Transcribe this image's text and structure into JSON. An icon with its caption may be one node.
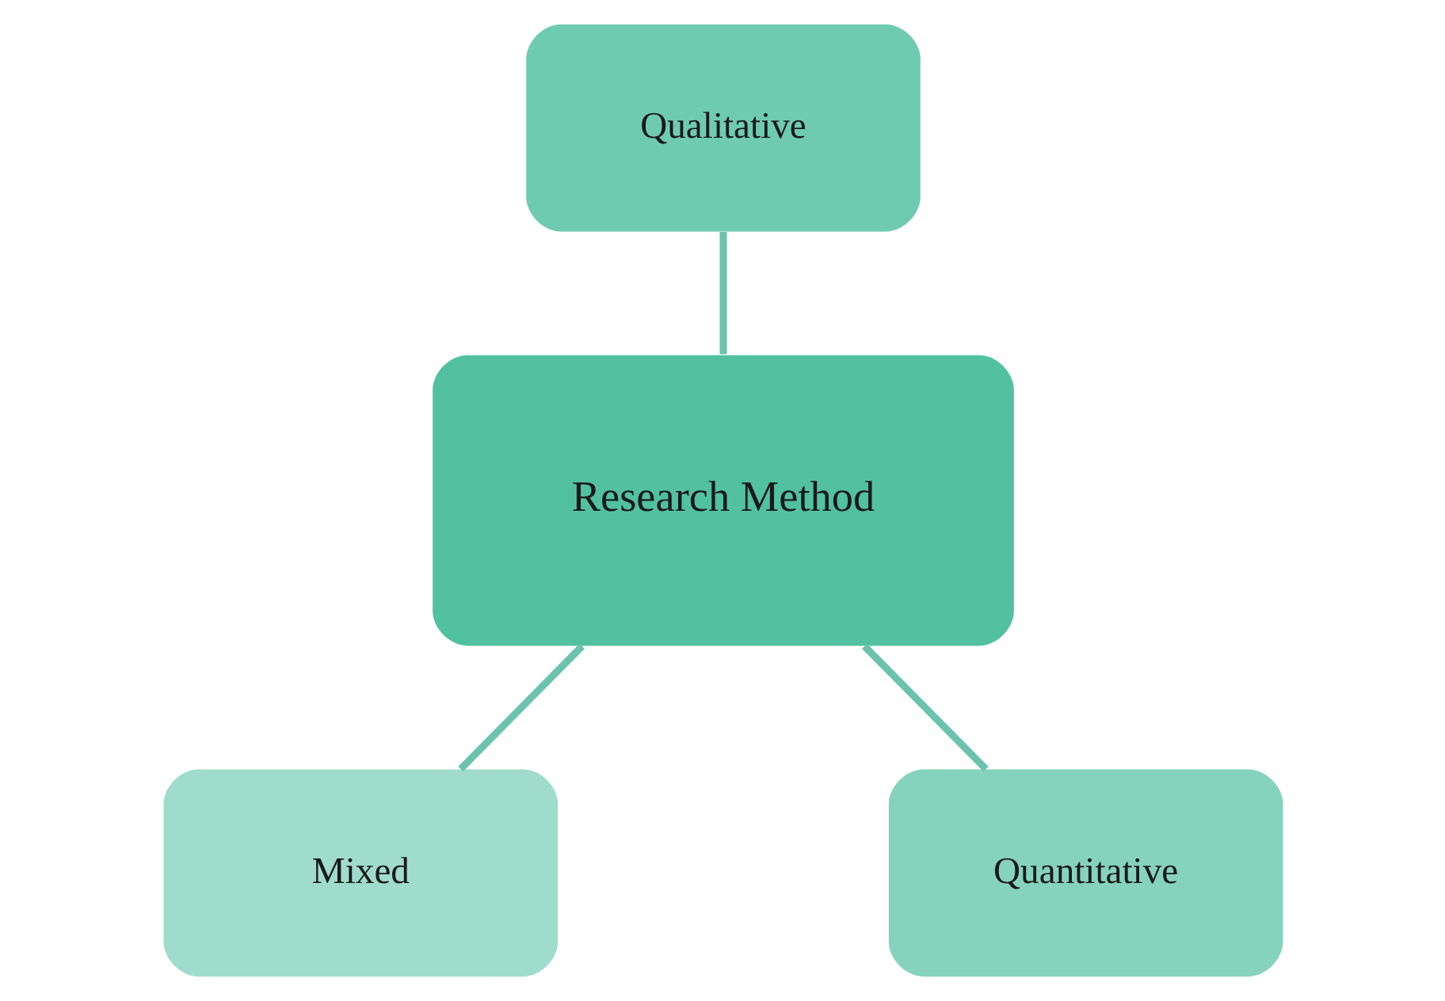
{
  "diagram": {
    "nodes": [
      {
        "text": [
          "Qualitative"
        ]
      },
      {
        "text": [
          "Research Method"
        ]
      },
      {
        "text": [
          "Mixed"
        ]
      },
      {
        "text": [
          "Quantitative"
        ]
      }
    ],
    "edges": [
      {
        "from": 0,
        "to": 1,
        "arrow": "none"
      },
      {
        "from": 1,
        "to": 2,
        "arrow": "none"
      },
      {
        "from": 1,
        "to": 3,
        "arrow": "none"
      }
    ]
  }
}
